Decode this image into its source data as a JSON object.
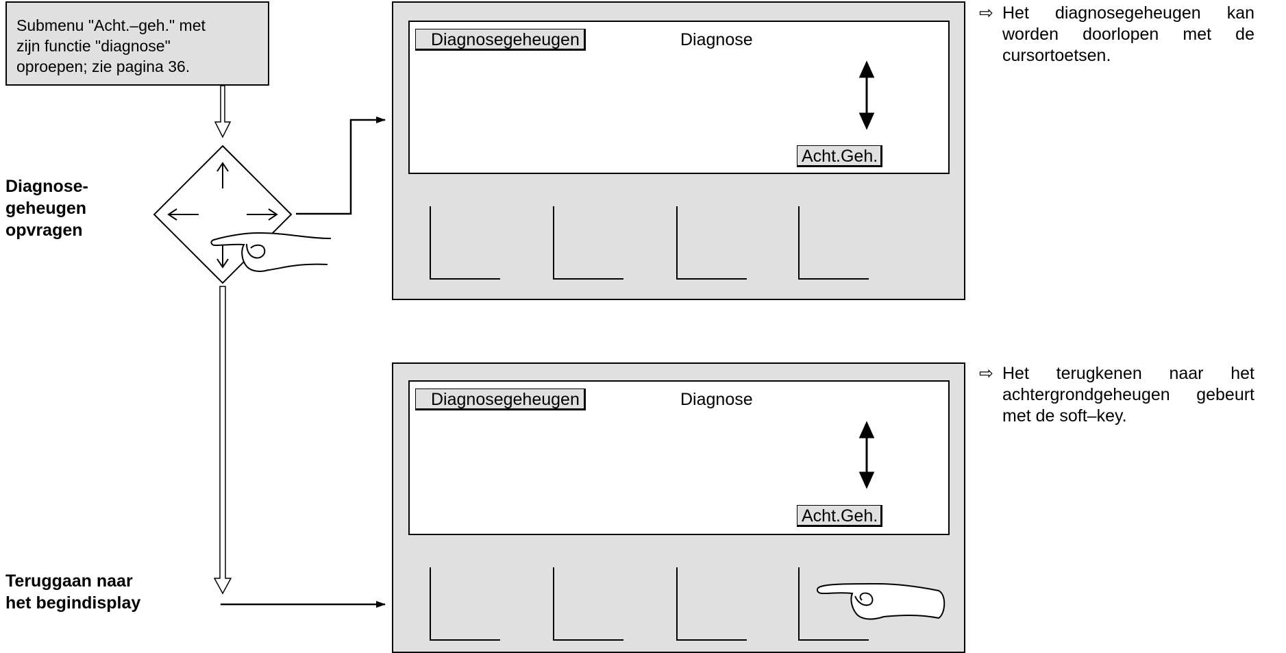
{
  "instruction": {
    "lines": [
      "Submenu \"Acht.–geh.\" met",
      "zijn functie \"diagnose\"",
      "oproepen; zie pagina 36."
    ]
  },
  "steps": [
    {
      "label_lines": [
        "Diagnose-",
        "geheugen",
        "opvragen"
      ]
    },
    {
      "label_lines": [
        "Teruggaan naar",
        "het begindisplay"
      ]
    }
  ],
  "displays": [
    {
      "menu_tag": "Diagnosegeheugen",
      "title": "Diagnose",
      "softkey_label": "Acht.Geh."
    },
    {
      "menu_tag": "Diagnosegeheugen",
      "title": "Diagnose",
      "softkey_label": "Acht.Geh."
    }
  ],
  "notes": [
    {
      "arrow": "⇨",
      "text": "Het diagnosegeheugen kan worden doorlopen met de cursortoetsen."
    },
    {
      "arrow": "⇨",
      "text": "Het terugkenen naar het achtergrondgeheugen gebeurt met de soft–key."
    }
  ],
  "icons": [
    "cursor-keypad-icon",
    "pointing-hand-icon",
    "up-down-arrow-icon",
    "flow-arrow-icon"
  ],
  "colors": {
    "panel": "#e0e0e0",
    "screen": "#ffffff",
    "line": "#000000"
  }
}
